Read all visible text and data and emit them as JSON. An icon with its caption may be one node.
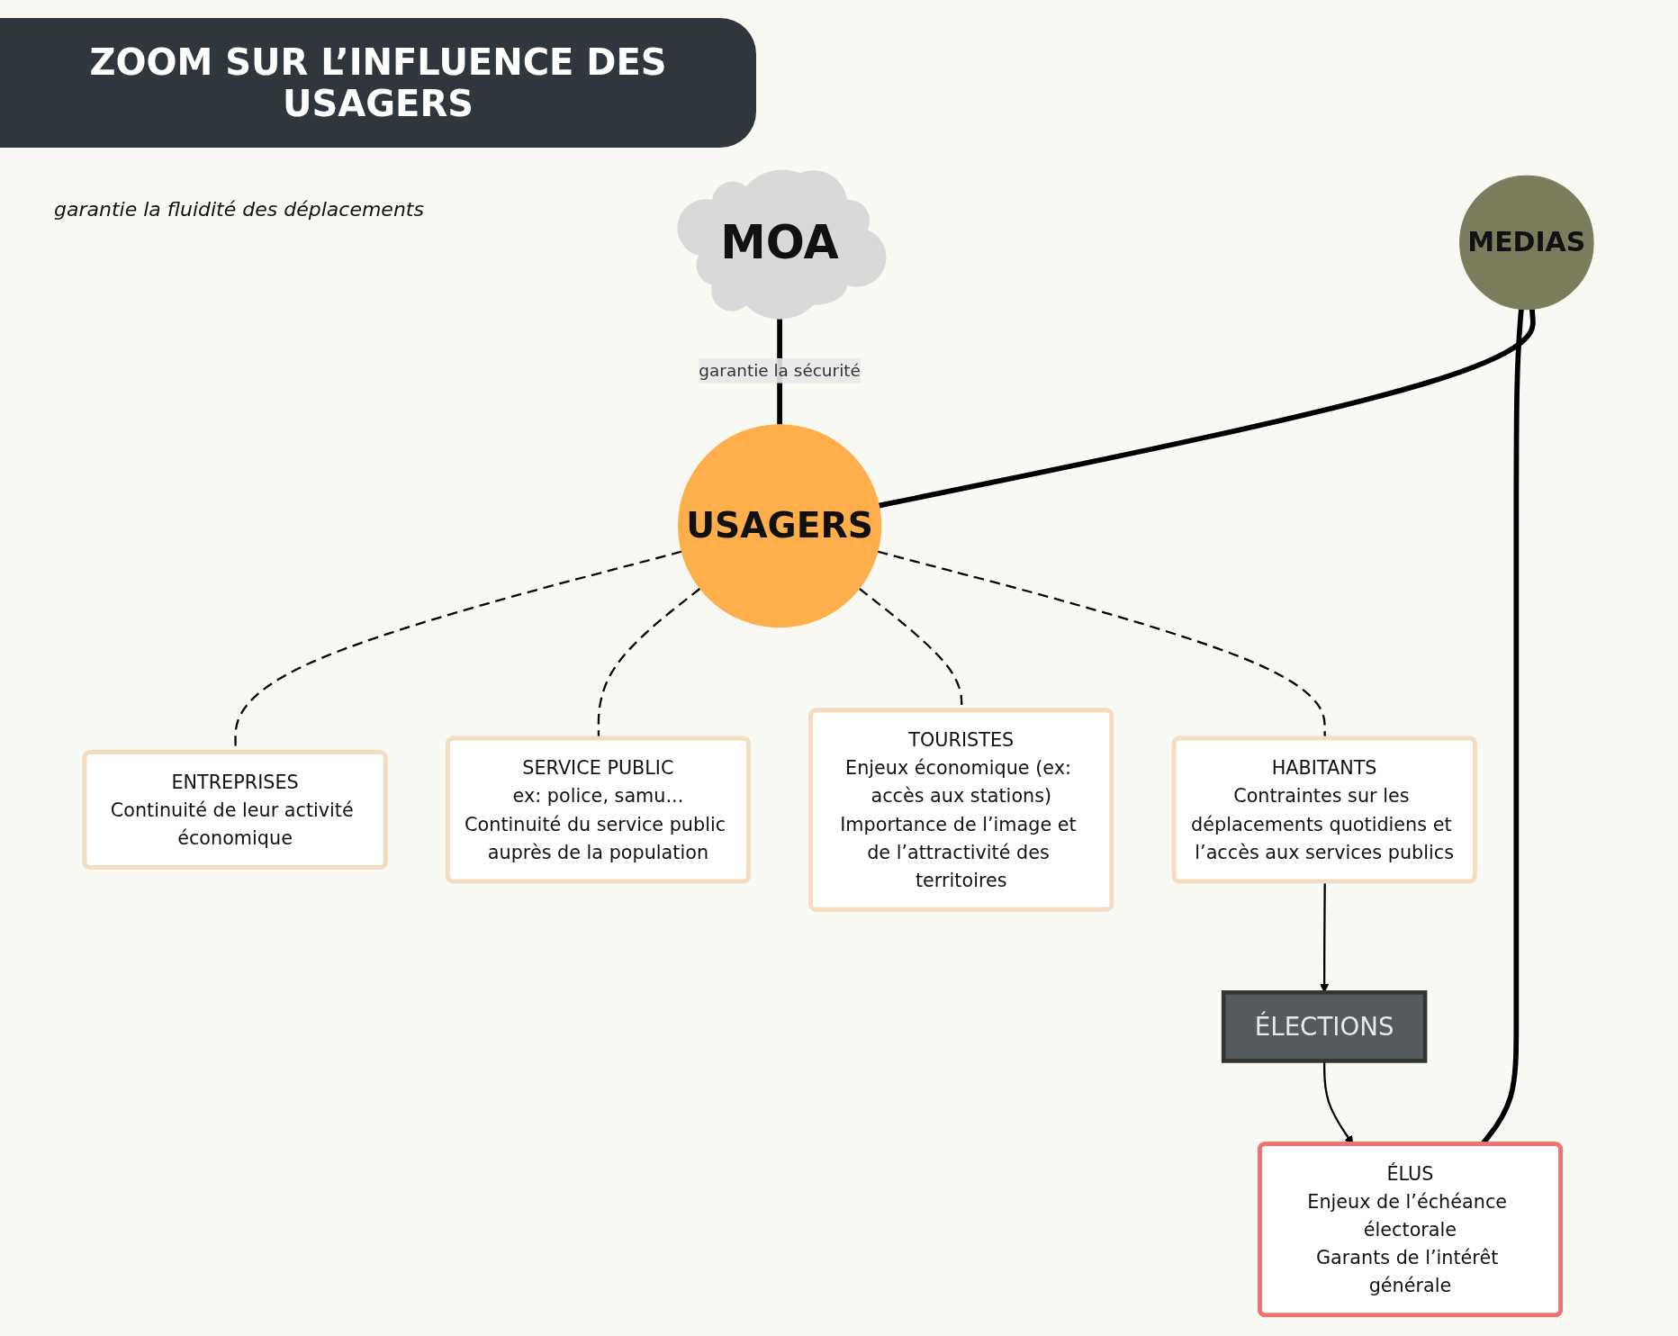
{
  "diagram": {
    "title": "ZOOM SUR L’INFLUENCE DES USAGERS",
    "nodes": [
      {
        "text": [
          "MOA"
        ]
      },
      {
        "text": [
          "MEDIAS"
        ]
      },
      {
        "text": [
          "ÉLUS",
          "Enjeux de l’échéance électorale",
          "Garants de l’intérêt générale"
        ]
      },
      {
        "text": [
          "USAGERS"
        ]
      },
      {
        "text": [
          "ÉLECTIONS"
        ]
      },
      {
        "text": [
          "ENTREPRISES",
          "Continuité de leur activité économique"
        ]
      },
      {
        "text": [
          "HABITANTS",
          "Contraintes sur les déplacements quotidiens et l’accès aux services publics"
        ]
      },
      {
        "text": [
          "SERVICE PUBLIC",
          "ex: police, samu...",
          "Continuité du service public auprès de la population"
        ]
      },
      {
        "text": [
          "TOURISTES",
          "Enjeux économique (ex: accès aux stations)",
          "Importance de l’image et de l’attractivité des territoires"
        ]
      }
    ],
    "edges": [
      {
        "from": 1,
        "to": 2,
        "arrow": "none",
        "style": "thick"
      },
      {
        "from": 4,
        "to": 2,
        "arrow": "to"
      },
      {
        "from": 0,
        "to": 3,
        "arrow": "none",
        "style": "thick",
        "label": "garantie la sécurité"
      },
      {
        "from": 1,
        "to": 3,
        "arrow": "none",
        "style": "thick"
      },
      {
        "from": 6,
        "to": 4,
        "arrow": "to"
      },
      {
        "from": 3,
        "to": 5,
        "arrow": "none",
        "style": "dashed"
      },
      {
        "from": 3,
        "to": 7,
        "arrow": "none",
        "style": "dashed"
      },
      {
        "from": 3,
        "to": 8,
        "arrow": "none",
        "style": "dashed"
      },
      {
        "from": 3,
        "to": 6,
        "arrow": "none",
        "style": "dashed"
      }
    ],
    "labels": [
      "garantie la fluidité des déplacements"
    ]
  }
}
